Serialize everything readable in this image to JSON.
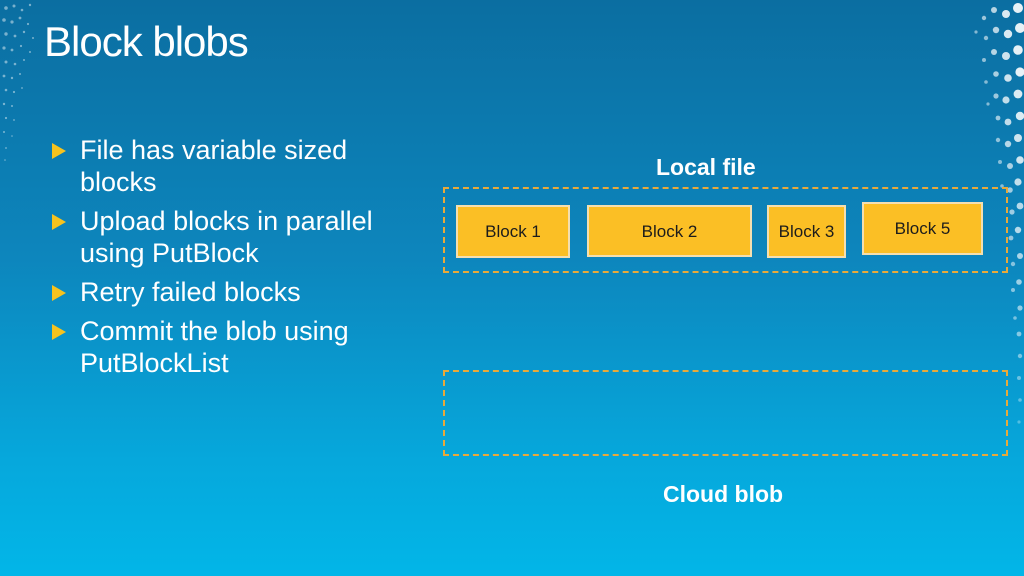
{
  "slide": {
    "title": "Block blobs",
    "bullets": [
      "File has variable sized blocks",
      "Upload blocks in parallel using PutBlock",
      "Retry failed blocks",
      "Commit the blob using PutBlockList"
    ],
    "bullet_icon": "triangle-bullet-icon",
    "accent_color": "#f7c31e"
  },
  "diagram": {
    "local_label": "Local file",
    "cloud_label": "Cloud blob",
    "block_color": "#fbbf25",
    "box_border_color": "#e8a93a",
    "blocks": [
      {
        "label": "Block 1"
      },
      {
        "label": "Block 2"
      },
      {
        "label": "Block 3"
      },
      {
        "label": "Block 5"
      }
    ]
  }
}
